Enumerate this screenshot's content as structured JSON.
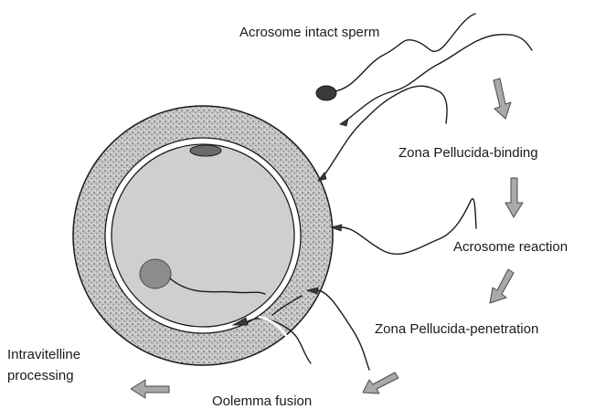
{
  "diagram": {
    "labels": {
      "acrosome_intact": "Acrosome intact sperm",
      "zp_binding": "Zona Pellucida-binding",
      "acrosome_reaction": "Acrosome reaction",
      "zp_penetration": "Zona Pellucida-penetration",
      "intravitelline_line1": "Intravitelline",
      "intravitelline_line2": "processing",
      "oolemma_fusion": "Oolemma fusion"
    },
    "colors": {
      "zona": "#bdbdbd",
      "cytoplasm": "#cfcfcf",
      "nucleus": "#8c8c8c",
      "arrow_fill": "#a9a9a9",
      "outline": "#1a1a1a"
    },
    "icons": [
      "oocyte",
      "zona-pellucida",
      "sperm",
      "pronucleus",
      "step-arrow"
    ]
  }
}
